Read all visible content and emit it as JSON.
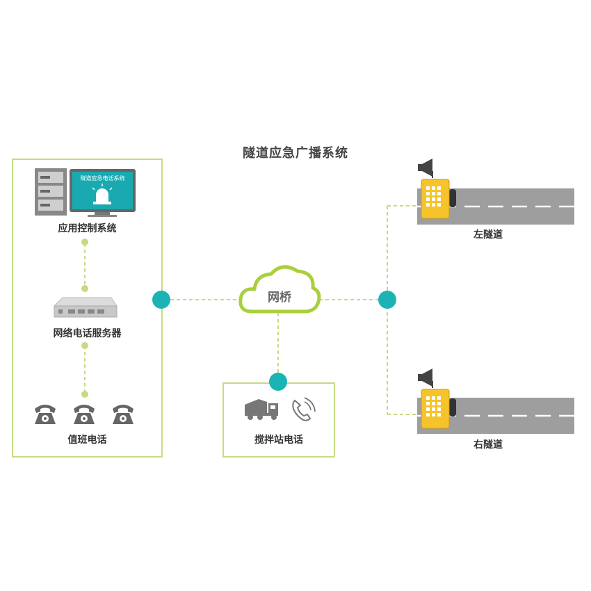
{
  "title": "隧道应急广播系统",
  "left_panel": {
    "screen_title": "隧道应急电话系统",
    "control_label": "应用控制系统",
    "server_label": "网络电话服务器",
    "phones_label": "值班电话"
  },
  "center": {
    "bridge_label": "网桥",
    "station_label": "搅拌站电话"
  },
  "right": {
    "left_tunnel_label": "左隧道",
    "right_tunnel_label": "右隧道"
  },
  "colors": {
    "accent_green": "#c4db83",
    "node_teal": "#1bb3b3",
    "phone_yellow": "#f6c42a",
    "road_gray": "#9e9e9e",
    "monitor_teal": "#18aab0"
  },
  "icons": [
    "server-rack-icon",
    "monitor-icon",
    "alarm-light-icon",
    "network-switch-icon",
    "telephone-icon",
    "cloud-icon",
    "mixer-truck-icon",
    "phone-call-icon",
    "loudspeaker-icon",
    "emergency-phone-icon",
    "road-icon"
  ]
}
